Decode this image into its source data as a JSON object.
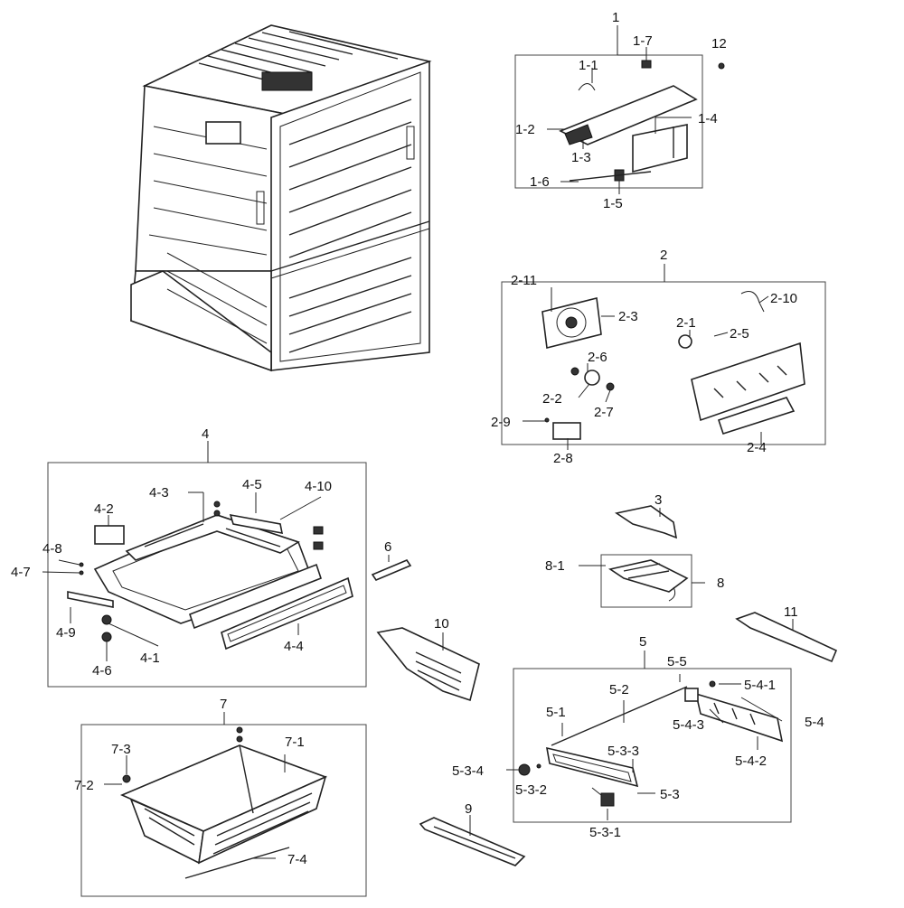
{
  "callouts": {
    "c1": "1",
    "c1_1": "1-1",
    "c1_2": "1-2",
    "c1_3": "1-3",
    "c1_4": "1-4",
    "c1_5": "1-5",
    "c1_6": "1-6",
    "c1_7": "1-7",
    "c12": "12",
    "c2": "2",
    "c2_1": "2-1",
    "c2_2": "2-2",
    "c2_3": "2-3",
    "c2_4": "2-4",
    "c2_5": "2-5",
    "c2_6": "2-6",
    "c2_7": "2-7",
    "c2_8": "2-8",
    "c2_9": "2-9",
    "c2_10": "2-10",
    "c2_11": "2-11",
    "c3": "3",
    "c4": "4",
    "c4_1": "4-1",
    "c4_2": "4-2",
    "c4_3": "4-3",
    "c4_4": "4-4",
    "c4_5": "4-5",
    "c4_6": "4-6",
    "c4_7": "4-7",
    "c4_8": "4-8",
    "c4_9": "4-9",
    "c4_10": "4-10",
    "c5": "5",
    "c5_1": "5-1",
    "c5_2": "5-2",
    "c5_3": "5-3",
    "c5_3_1": "5-3-1",
    "c5_3_2": "5-3-2",
    "c5_3_3": "5-3-3",
    "c5_3_4": "5-3-4",
    "c5_4": "5-4",
    "c5_4_1": "5-4-1",
    "c5_4_2": "5-4-2",
    "c5_4_3": "5-4-3",
    "c5_5": "5-5",
    "c6": "6",
    "c7": "7",
    "c7_1": "7-1",
    "c7_2": "7-2",
    "c7_3": "7-3",
    "c7_4": "7-4",
    "c8": "8",
    "c8_1": "8-1",
    "c9": "9",
    "c10": "10",
    "c11": "11"
  }
}
